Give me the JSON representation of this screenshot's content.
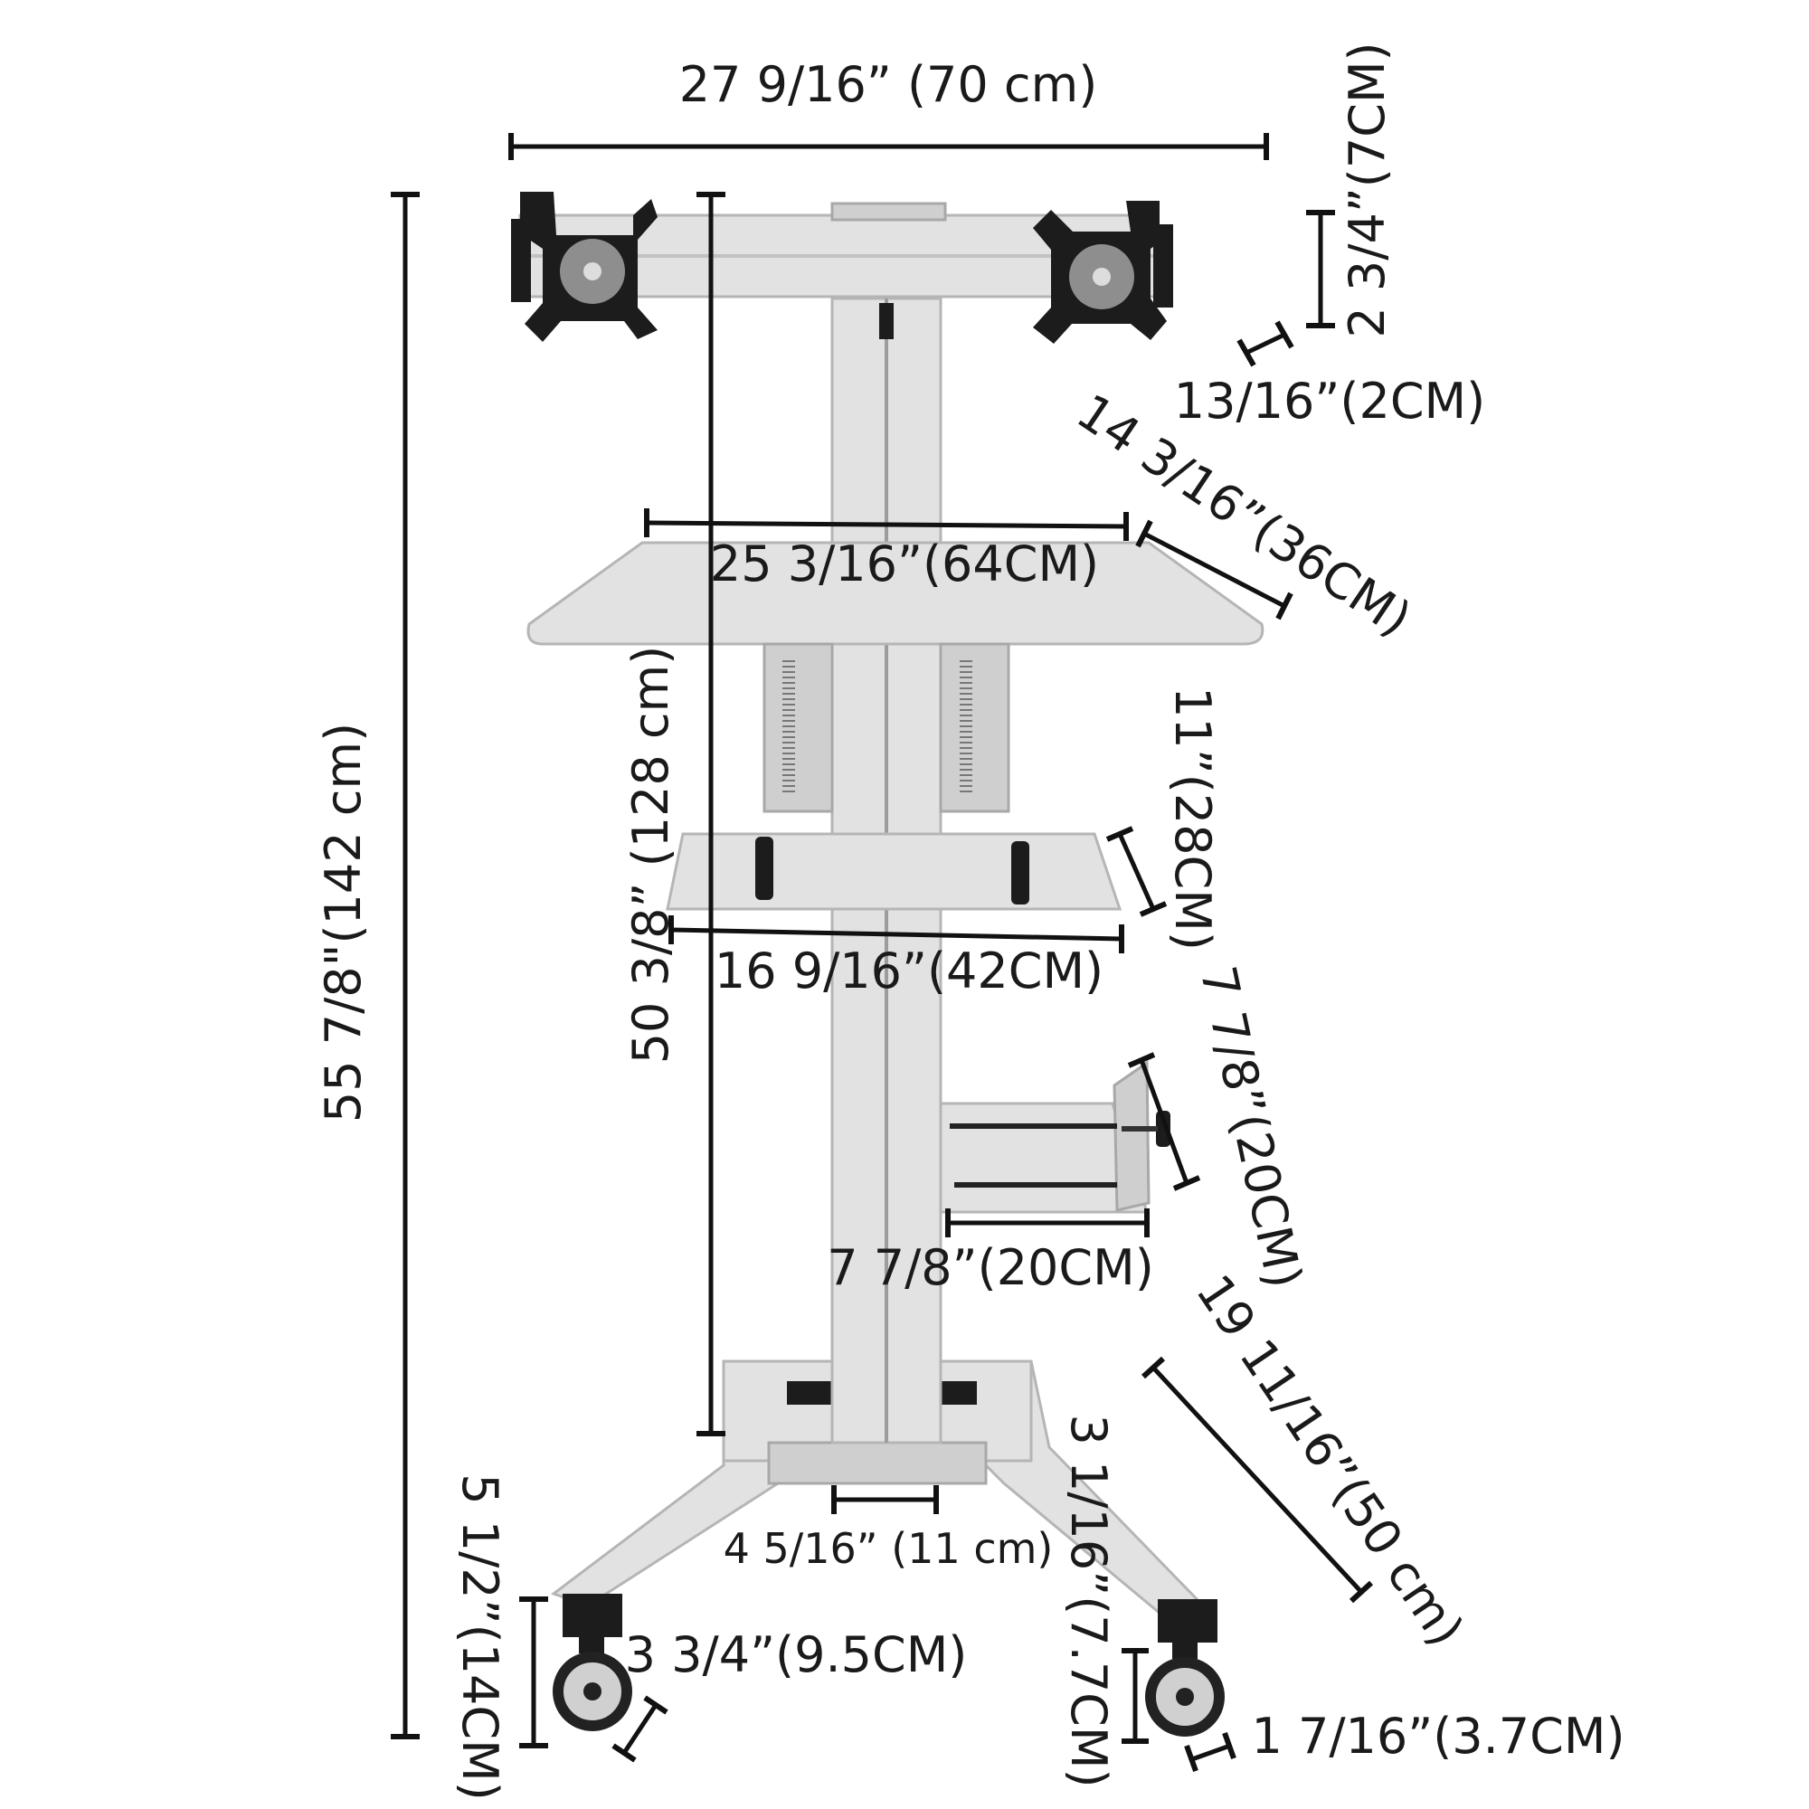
{
  "labels": {
    "top_width": "27 9/16” (70 cm)",
    "arm_height": "2 3/4”(7CM)",
    "arm_depth": "13/16”(2CM)",
    "desk_depth": "14 3/16”(36CM)",
    "desk_width": "25 3/16”(64CM)",
    "total_height": "55 7/8\"(142 cm)",
    "pole_height": "50 3/8” (128 cm)",
    "keyboard_depth": "11”(28CM)",
    "keyboard_width": "16 9/16”(42CM)",
    "cpu_height": "7 7/8”(20CM)",
    "cpu_width": "7 7/8”(20CM)",
    "base_length": "19 11/16”(50 cm)",
    "base_depth": "3 1/16”(7.7CM)",
    "base_center": "4 5/16” (11 cm)",
    "caster_height": "5 1/2”(14CM)",
    "caster_width": "3 3/4”(9.5CM)",
    "caster_diameter": "1 7/16”(3.7CM)"
  }
}
